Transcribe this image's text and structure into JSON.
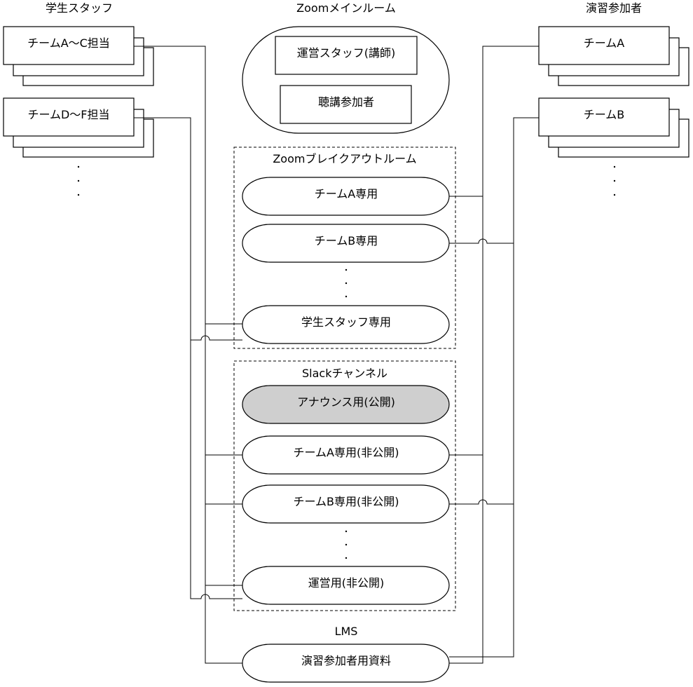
{
  "headers": {
    "student_staff": "学生スタッフ",
    "zoom_main": "Zoomメインルーム",
    "participants": "演習参加者",
    "breakout": "Zoomブレイクアウトルーム",
    "slack": "Slackチャンネル",
    "lms": "LMS"
  },
  "student_staff": {
    "group1": "チームA〜C担当",
    "group2": "チームD〜F担当"
  },
  "participants": {
    "team_a": "チームA",
    "team_b": "チームB"
  },
  "zoom_main": {
    "staff": "運営スタッフ(講師)",
    "audience": "聴講参加者"
  },
  "breakout": {
    "team_a": "チームA専用",
    "team_b": "チームB専用",
    "student_staff": "学生スタッフ専用"
  },
  "slack": {
    "announce": "アナウンス用(公開)",
    "team_a": "チームA専用(非公開)",
    "team_b": "チームB専用(非公開)",
    "ops": "運営用(非公開)"
  },
  "lms": {
    "materials": "演習参加者用資料"
  },
  "colors": {
    "line": "#000000",
    "highlight_fill": "#cfcfcf",
    "background": "#ffffff"
  }
}
